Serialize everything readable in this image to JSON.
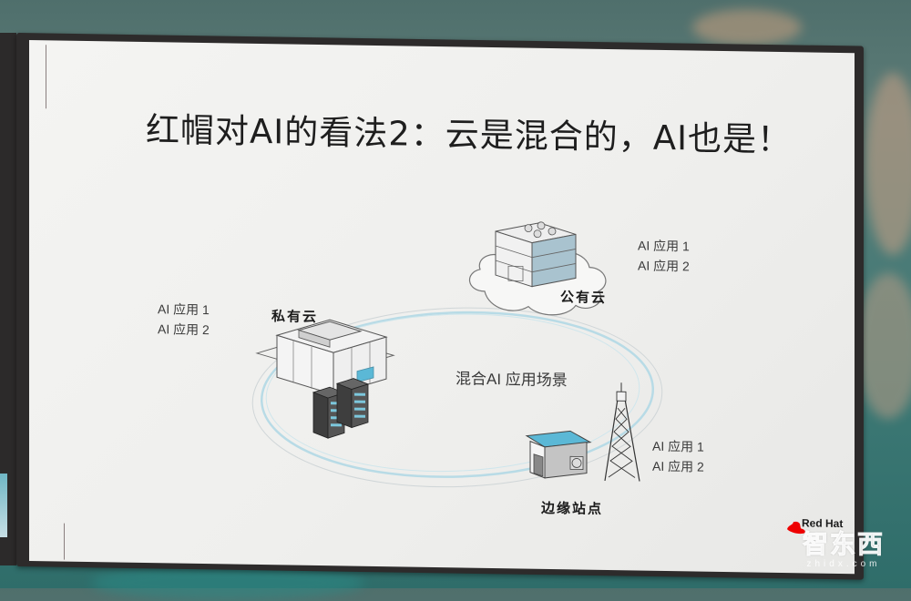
{
  "slide": {
    "title": "红帽对AI的看法2：云是混合的，AI也是！",
    "center_label": "混合AI 应用场景",
    "sites": [
      {
        "name": "公有云",
        "apps": [
          "AI 应用 1",
          "AI 应用 2"
        ]
      },
      {
        "name": "私有云",
        "apps": [
          "AI 应用 1",
          "AI 应用 2"
        ]
      },
      {
        "name": "边缘站点",
        "apps": [
          "AI 应用 1",
          "AI 应用 2"
        ]
      }
    ],
    "brand": {
      "name": "Red Hat",
      "icon": "red-hat-logo-icon",
      "color": "#ee0000"
    }
  },
  "watermark": {
    "text": "智东西",
    "url_text": "zhidx.com"
  },
  "colors": {
    "accent_blue": "#5bb8d6",
    "slide_bg": "#f2f2f0",
    "bezel": "#2d2b2b"
  }
}
